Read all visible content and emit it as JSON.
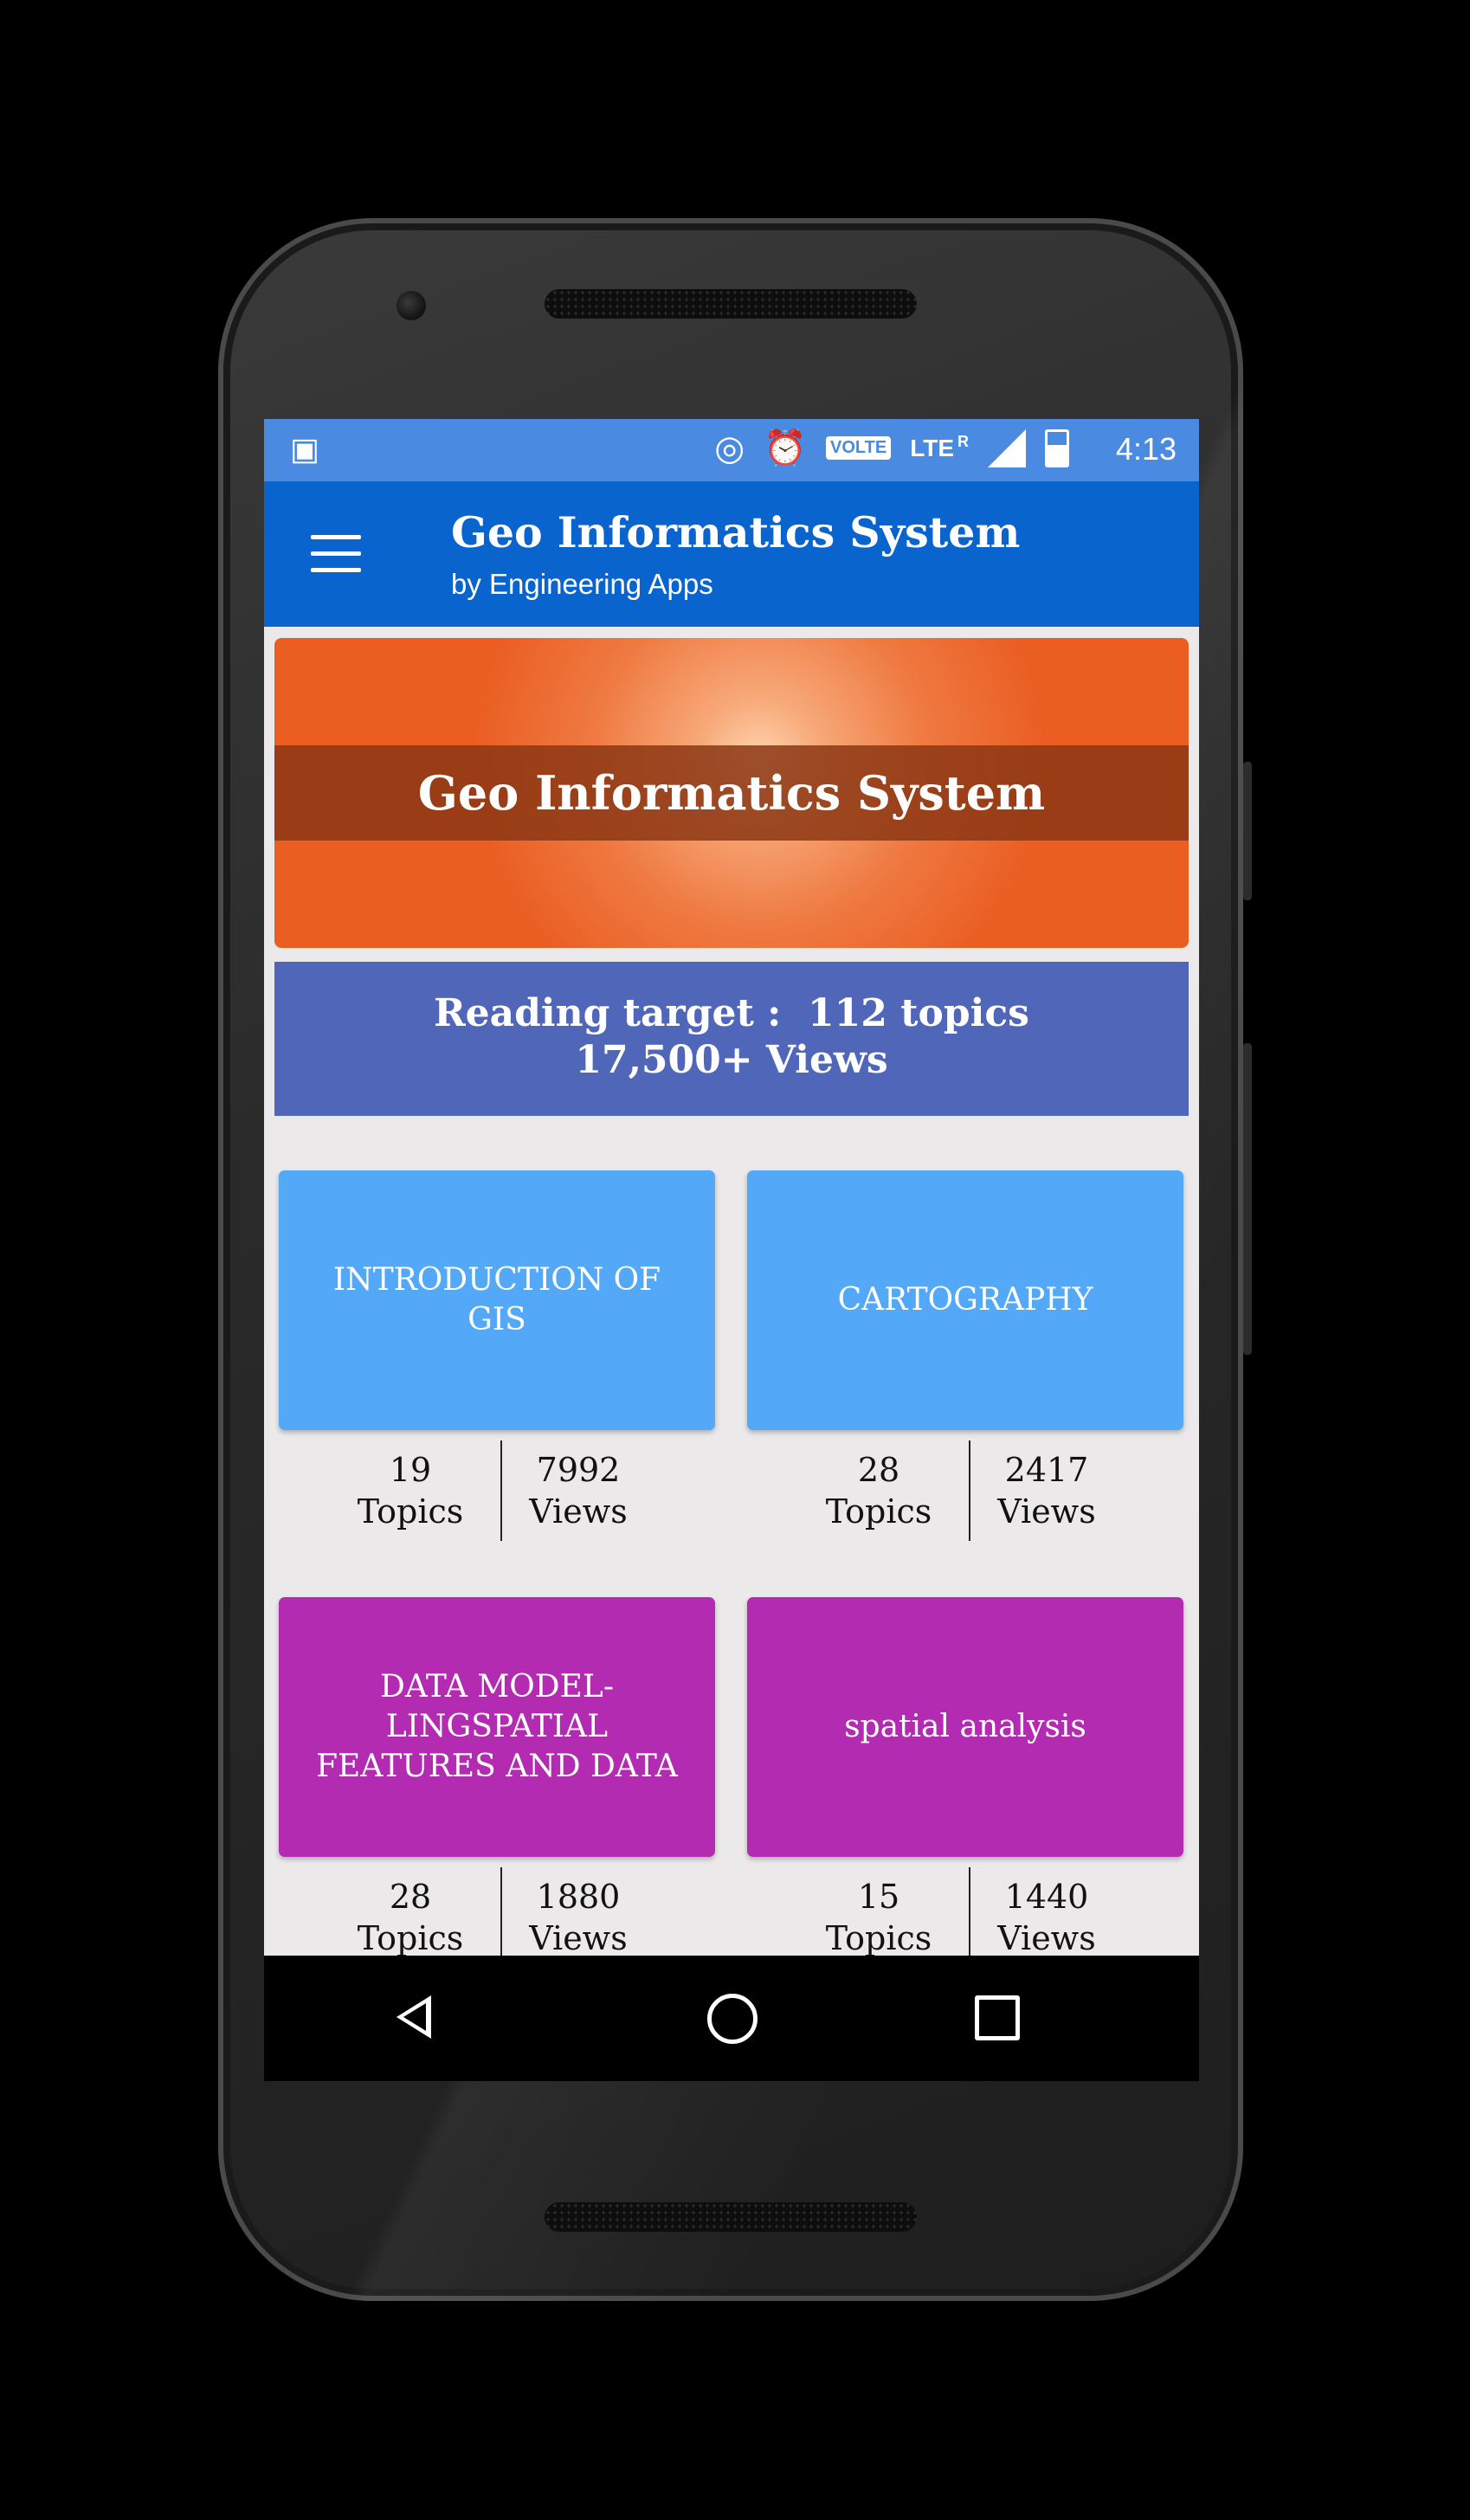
{
  "status_bar": {
    "time": "4:13",
    "volte_label": "VOLTE",
    "network_label": "LTE",
    "roaming_label": "R"
  },
  "toolbar": {
    "title": "Geo Informatics System",
    "subtitle": "by Engineering Apps"
  },
  "hero": {
    "title": "Geo Informatics System"
  },
  "reading_target": {
    "line1": "Reading target :  112 topics",
    "line2": "17,500+ Views"
  },
  "cards": [
    {
      "title": "INTRODUCTION OF GIS",
      "topics": "19",
      "topics_label": "Topics",
      "views": "7992",
      "views_label": "Views",
      "color": "#53a8f8"
    },
    {
      "title": "CARTOGRAPHY",
      "topics": "28",
      "topics_label": "Topics",
      "views": "2417",
      "views_label": "Views",
      "color": "#53a8f8"
    },
    {
      "title": "DATA MODEL-LINGSPATIAL FEATURES AND DATA",
      "topics": "28",
      "topics_label": "Topics",
      "views": "1880",
      "views_label": "Views",
      "color": "#b22bb0"
    },
    {
      "title": "spatial analysis",
      "topics": "15",
      "topics_label": "Topics",
      "views": "1440",
      "views_label": "Views",
      "color": "#b22bb0"
    }
  ],
  "colors": {
    "status_bar": "#4a8ae0",
    "toolbar": "#0a64cd",
    "hero": "#ea5e22",
    "target": "#5067b9"
  }
}
